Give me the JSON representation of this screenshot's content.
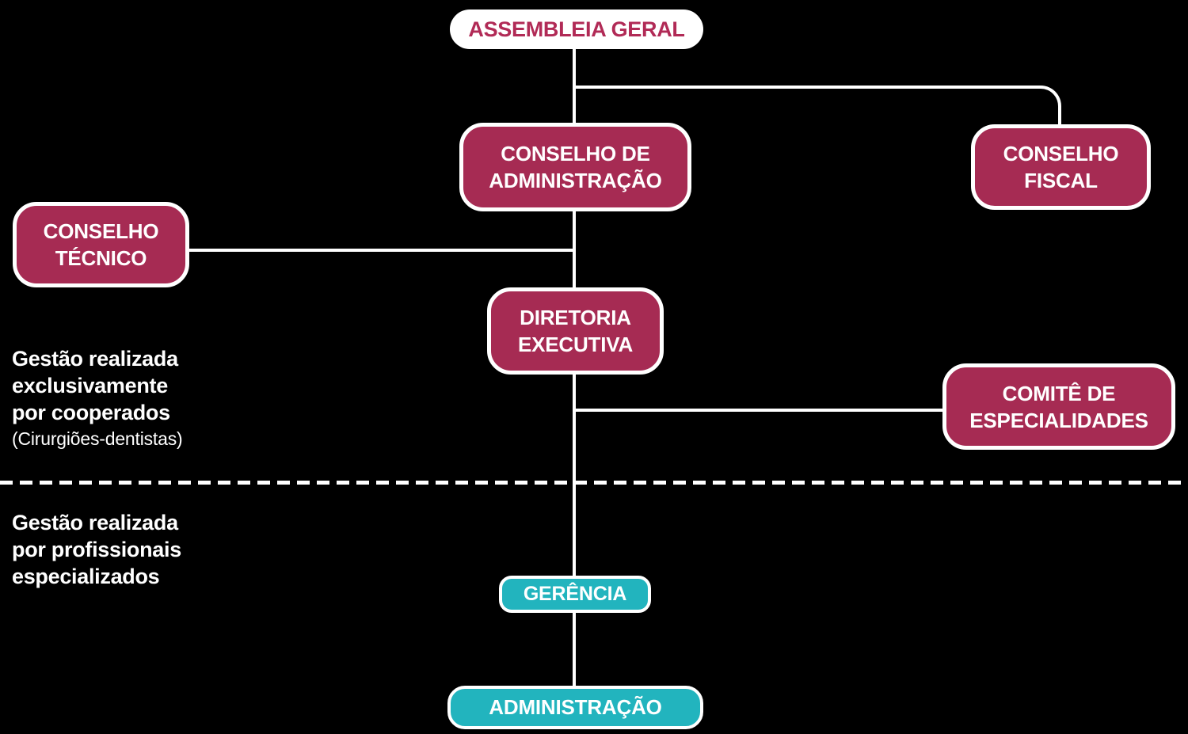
{
  "colors": {
    "background": "#000000",
    "connector": "#ffffff",
    "node_crimson": "#a62b53",
    "node_teal": "#22b4be",
    "node_border": "#ffffff",
    "title_text_crimson": "#b12a56",
    "node_text": "#ffffff",
    "annotation_text": "#ffffff"
  },
  "nodes": {
    "assembleia_geral": {
      "label": "ASSEMBLEIA GERAL"
    },
    "conselho_administracao": {
      "lines": [
        "CONSELHO DE",
        "ADMINISTRAÇÃO"
      ]
    },
    "conselho_fiscal": {
      "lines": [
        "CONSELHO",
        "FISCAL"
      ]
    },
    "conselho_tecnico": {
      "lines": [
        "CONSELHO",
        "TÉCNICO"
      ]
    },
    "diretoria_executiva": {
      "lines": [
        "DIRETORIA",
        "EXECUTIVA"
      ]
    },
    "comite_especialidades": {
      "lines": [
        "COMITÊ DE",
        "ESPECIALIDADES"
      ]
    },
    "gerencia": {
      "label": "GERÊNCIA"
    },
    "administracao": {
      "label": "ADMINISTRAÇÃO"
    }
  },
  "annotations": {
    "cooperados": {
      "lines": [
        "Gestão realizada",
        "exclusivamente",
        "por cooperados"
      ],
      "note": "(Cirurgiões-dentistas)"
    },
    "profissionais": {
      "lines": [
        "Gestão realizada",
        "por profissionais",
        "especializados"
      ]
    }
  }
}
